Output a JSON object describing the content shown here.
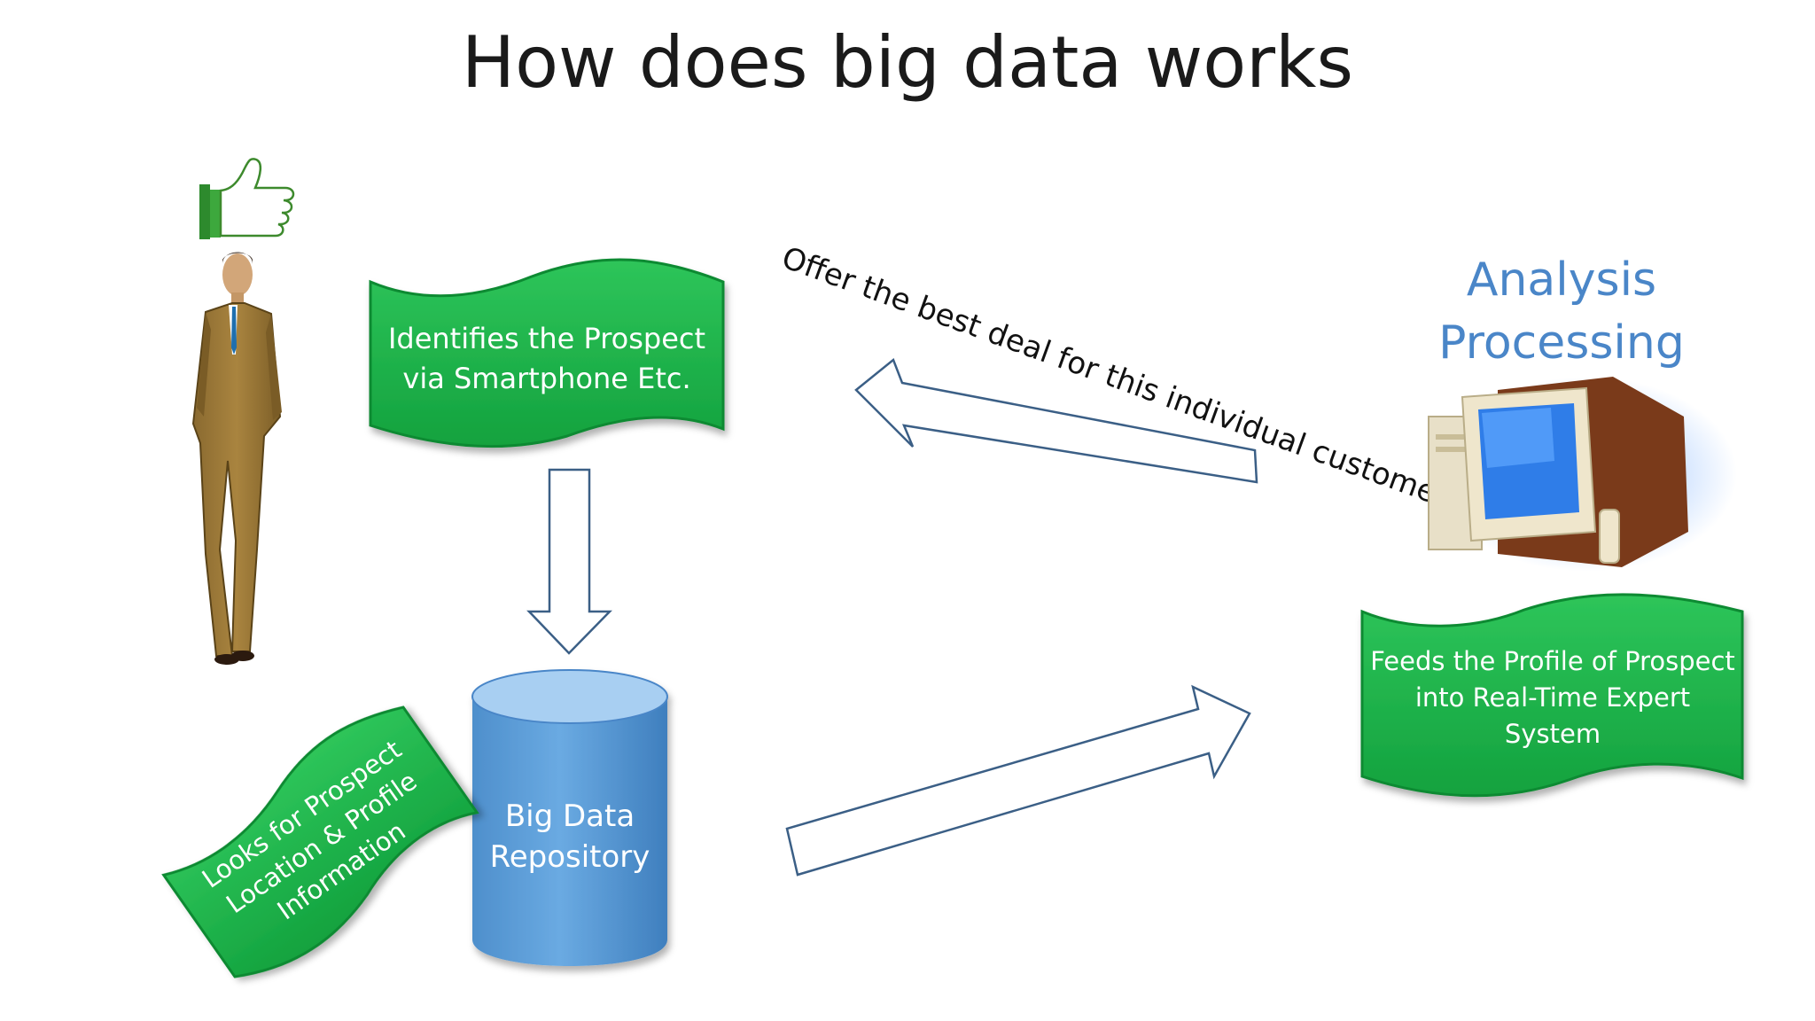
{
  "title": "How does big data works",
  "flags": {
    "identifies": [
      "Identifies the Prospect",
      "via Smartphone Etc."
    ],
    "looks_for": [
      "Looks for Prospect",
      "Location & Profile",
      "Information"
    ],
    "feeds": [
      "Feeds the Profile of Prospect",
      "into Real-Time Expert",
      "System"
    ]
  },
  "repository": [
    "Big Data",
    "Repository"
  ],
  "offer_label": "Offer the best deal for this individual customer",
  "analysis": [
    "Analysis",
    "Processing"
  ],
  "colors": {
    "flag_green": "#1fb248",
    "flag_green_dark": "#0e8a33",
    "cylinder_blue": "#5b9fdc",
    "analysis_blue": "#4a86c8",
    "arrow_outline": "#3b5f86"
  },
  "icons": [
    "thumbs-up-icon",
    "businessman-figure",
    "computer-icon"
  ]
}
